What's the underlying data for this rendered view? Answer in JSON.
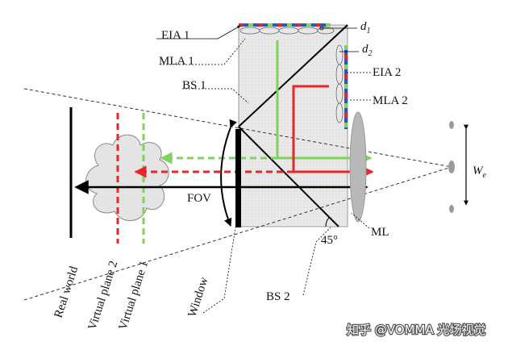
{
  "labels": {
    "eia1": "EIA 1",
    "mla1": "MLA 1",
    "bs1": "BS 1",
    "eia2": "EIA 2",
    "mla2": "MLA 2",
    "d1": "d",
    "d1_sub": "1",
    "d2": "d",
    "d2_sub": "2",
    "fov": "FOV",
    "ml": "ML",
    "angle": "45°",
    "we": "W",
    "we_sub": "e",
    "bs2": "BS 2",
    "real_world": "Real world",
    "virtual_plane_2": "Virtual plane 2",
    "virtual_plane_1": "Virtual plane 1",
    "window": "Window"
  },
  "watermark": "知乎 @VOMMA 光场视觉",
  "colors": {
    "red": "#e8262b",
    "green": "#7fd25a",
    "blue": "#2457c8",
    "black": "#000000",
    "prism_fill": "#e6e6e6",
    "lens_fill": "#b8b8b8"
  }
}
